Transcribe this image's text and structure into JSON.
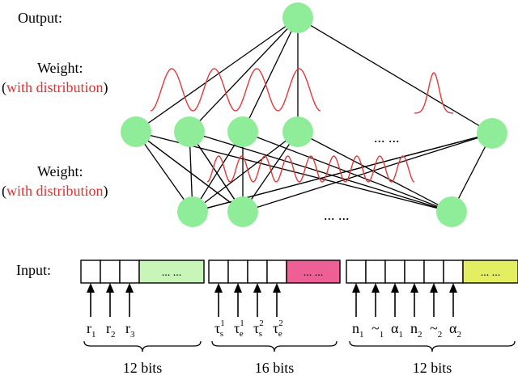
{
  "labels": {
    "output": "Output:",
    "weight_top": "Weight:",
    "weight_top_note_open": "(",
    "weight_top_note": "with distribution",
    "weight_top_note_close": ")",
    "weight_bottom": "Weight:",
    "weight_bottom_note_open": "(",
    "weight_bottom_note": "with distribution",
    "weight_bottom_note_close": ")",
    "input": "Input:",
    "ellipsis_hidden1": "... ...",
    "ellipsis_hidden2": "... ..."
  },
  "colors": {
    "node": "#8fec98",
    "distribution": "#e03a3a",
    "group1_fill": "#c8f5b8",
    "group2_fill": "#ee5f95",
    "group3_fill": "#e3ef60"
  },
  "input_groups": [
    {
      "ellipsis": "... ...",
      "bits_label": "12 bits",
      "symbols": [
        {
          "base": "r",
          "sub": "1",
          "sup": ""
        },
        {
          "base": "r",
          "sub": "2",
          "sup": ""
        },
        {
          "base": "r",
          "sub": "3",
          "sup": ""
        }
      ]
    },
    {
      "ellipsis": "... ...",
      "bits_label": "16 bits",
      "symbols": [
        {
          "base": "τ",
          "sub": "s",
          "sup": "1"
        },
        {
          "base": "τ",
          "sub": "e",
          "sup": "1"
        },
        {
          "base": "τ",
          "sub": "s",
          "sup": "2"
        },
        {
          "base": "τ",
          "sub": "e",
          "sup": "2"
        }
      ]
    },
    {
      "ellipsis": "... ...",
      "bits_label": "12 bits",
      "symbols": [
        {
          "base": "n",
          "sub": "1",
          "sup": ""
        },
        {
          "base": "~",
          "sub": "1",
          "sup": ""
        },
        {
          "base": "α",
          "sub": "1",
          "sup": ""
        },
        {
          "base": "n",
          "sub": "2",
          "sup": ""
        },
        {
          "base": "~",
          "sub": "2",
          "sup": ""
        },
        {
          "base": "α",
          "sub": "2",
          "sup": ""
        }
      ]
    }
  ]
}
